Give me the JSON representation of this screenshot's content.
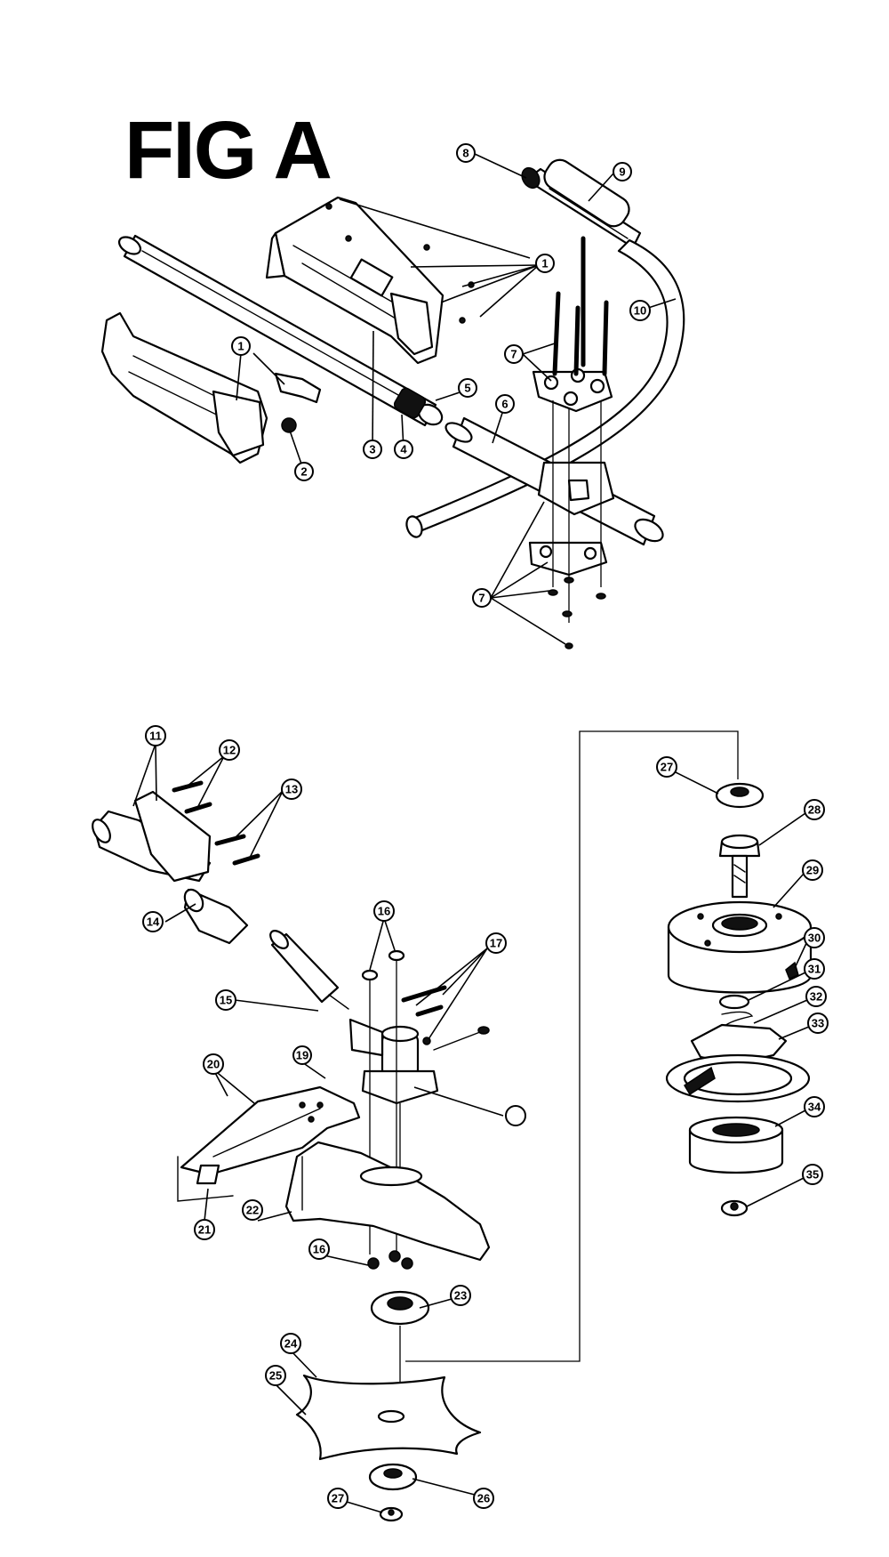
{
  "figure": {
    "title": "FIG A"
  },
  "callouts": [
    {
      "id": "c1a",
      "label": "1"
    },
    {
      "id": "c1b",
      "label": "1"
    },
    {
      "id": "c2",
      "label": "2"
    },
    {
      "id": "c3",
      "label": "3"
    },
    {
      "id": "c4",
      "label": "4"
    },
    {
      "id": "c5",
      "label": "5"
    },
    {
      "id": "c6",
      "label": "6"
    },
    {
      "id": "c7a",
      "label": "7"
    },
    {
      "id": "c7b",
      "label": "7"
    },
    {
      "id": "c8",
      "label": "8"
    },
    {
      "id": "c9",
      "label": "9"
    },
    {
      "id": "c10",
      "label": "10"
    },
    {
      "id": "c11",
      "label": "11"
    },
    {
      "id": "c12",
      "label": "12"
    },
    {
      "id": "c13",
      "label": "13"
    },
    {
      "id": "c14",
      "label": "14"
    },
    {
      "id": "c15",
      "label": "15"
    },
    {
      "id": "c16a",
      "label": "16"
    },
    {
      "id": "c16b",
      "label": "16"
    },
    {
      "id": "c17",
      "label": "17"
    },
    {
      "id": "c18",
      "label": ""
    },
    {
      "id": "c19",
      "label": "19"
    },
    {
      "id": "c20",
      "label": "20"
    },
    {
      "id": "c21",
      "label": "21"
    },
    {
      "id": "c22",
      "label": "22"
    },
    {
      "id": "c23",
      "label": "23"
    },
    {
      "id": "c24",
      "label": "24"
    },
    {
      "id": "c25",
      "label": "25"
    },
    {
      "id": "c26",
      "label": "26"
    },
    {
      "id": "c27a",
      "label": "27"
    },
    {
      "id": "c27b",
      "label": "27"
    },
    {
      "id": "c28",
      "label": "28"
    },
    {
      "id": "c29",
      "label": "29"
    },
    {
      "id": "c30",
      "label": "30"
    },
    {
      "id": "c31",
      "label": "31"
    },
    {
      "id": "c32",
      "label": "32"
    },
    {
      "id": "c33",
      "label": "33"
    },
    {
      "id": "c34",
      "label": "34"
    },
    {
      "id": "c35",
      "label": "35"
    }
  ]
}
